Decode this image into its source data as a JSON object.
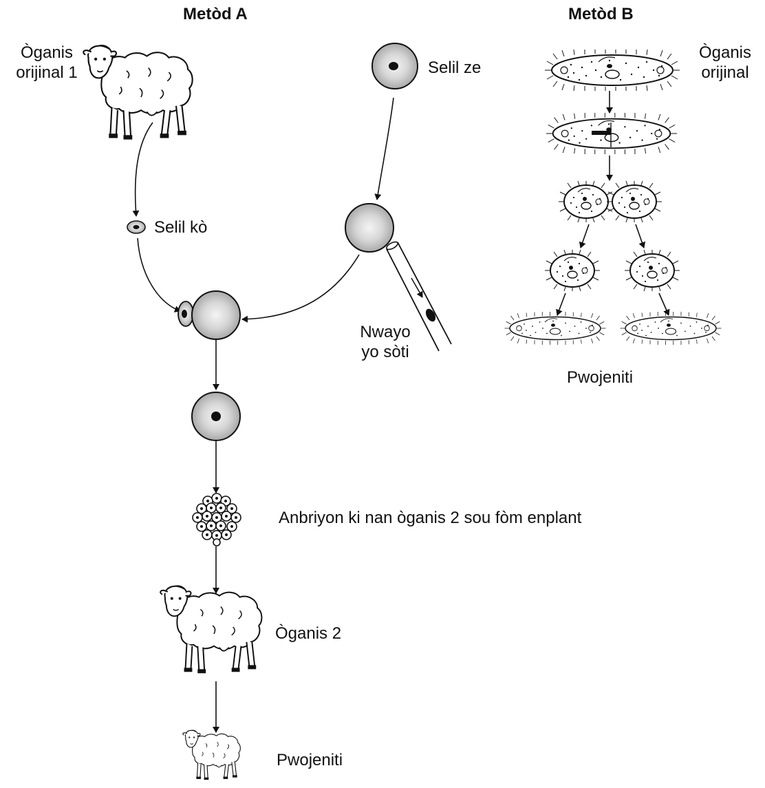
{
  "method_a": {
    "title": "Metòd A",
    "original_organism": [
      "Òganis",
      "orijinal 1"
    ],
    "body_cell": "Selil kò",
    "egg_cell": "Selil ze",
    "removed_nucleus": [
      "Nwayo",
      "yo sòti"
    ],
    "embryo": "Anbriyon ki nan òganis 2 sou fòm enplant",
    "organism_2": "Òganis 2",
    "offspring": "Pwojeniti"
  },
  "method_b": {
    "title": "Metòd B",
    "original_organism": [
      "Òganis",
      "orijinal"
    ],
    "offspring": "Pwojeniti"
  },
  "icons": [
    "sheep-icon",
    "lamb-icon",
    "paramecium-icon",
    "cell-icon",
    "embryo-icon",
    "pipette-icon"
  ]
}
